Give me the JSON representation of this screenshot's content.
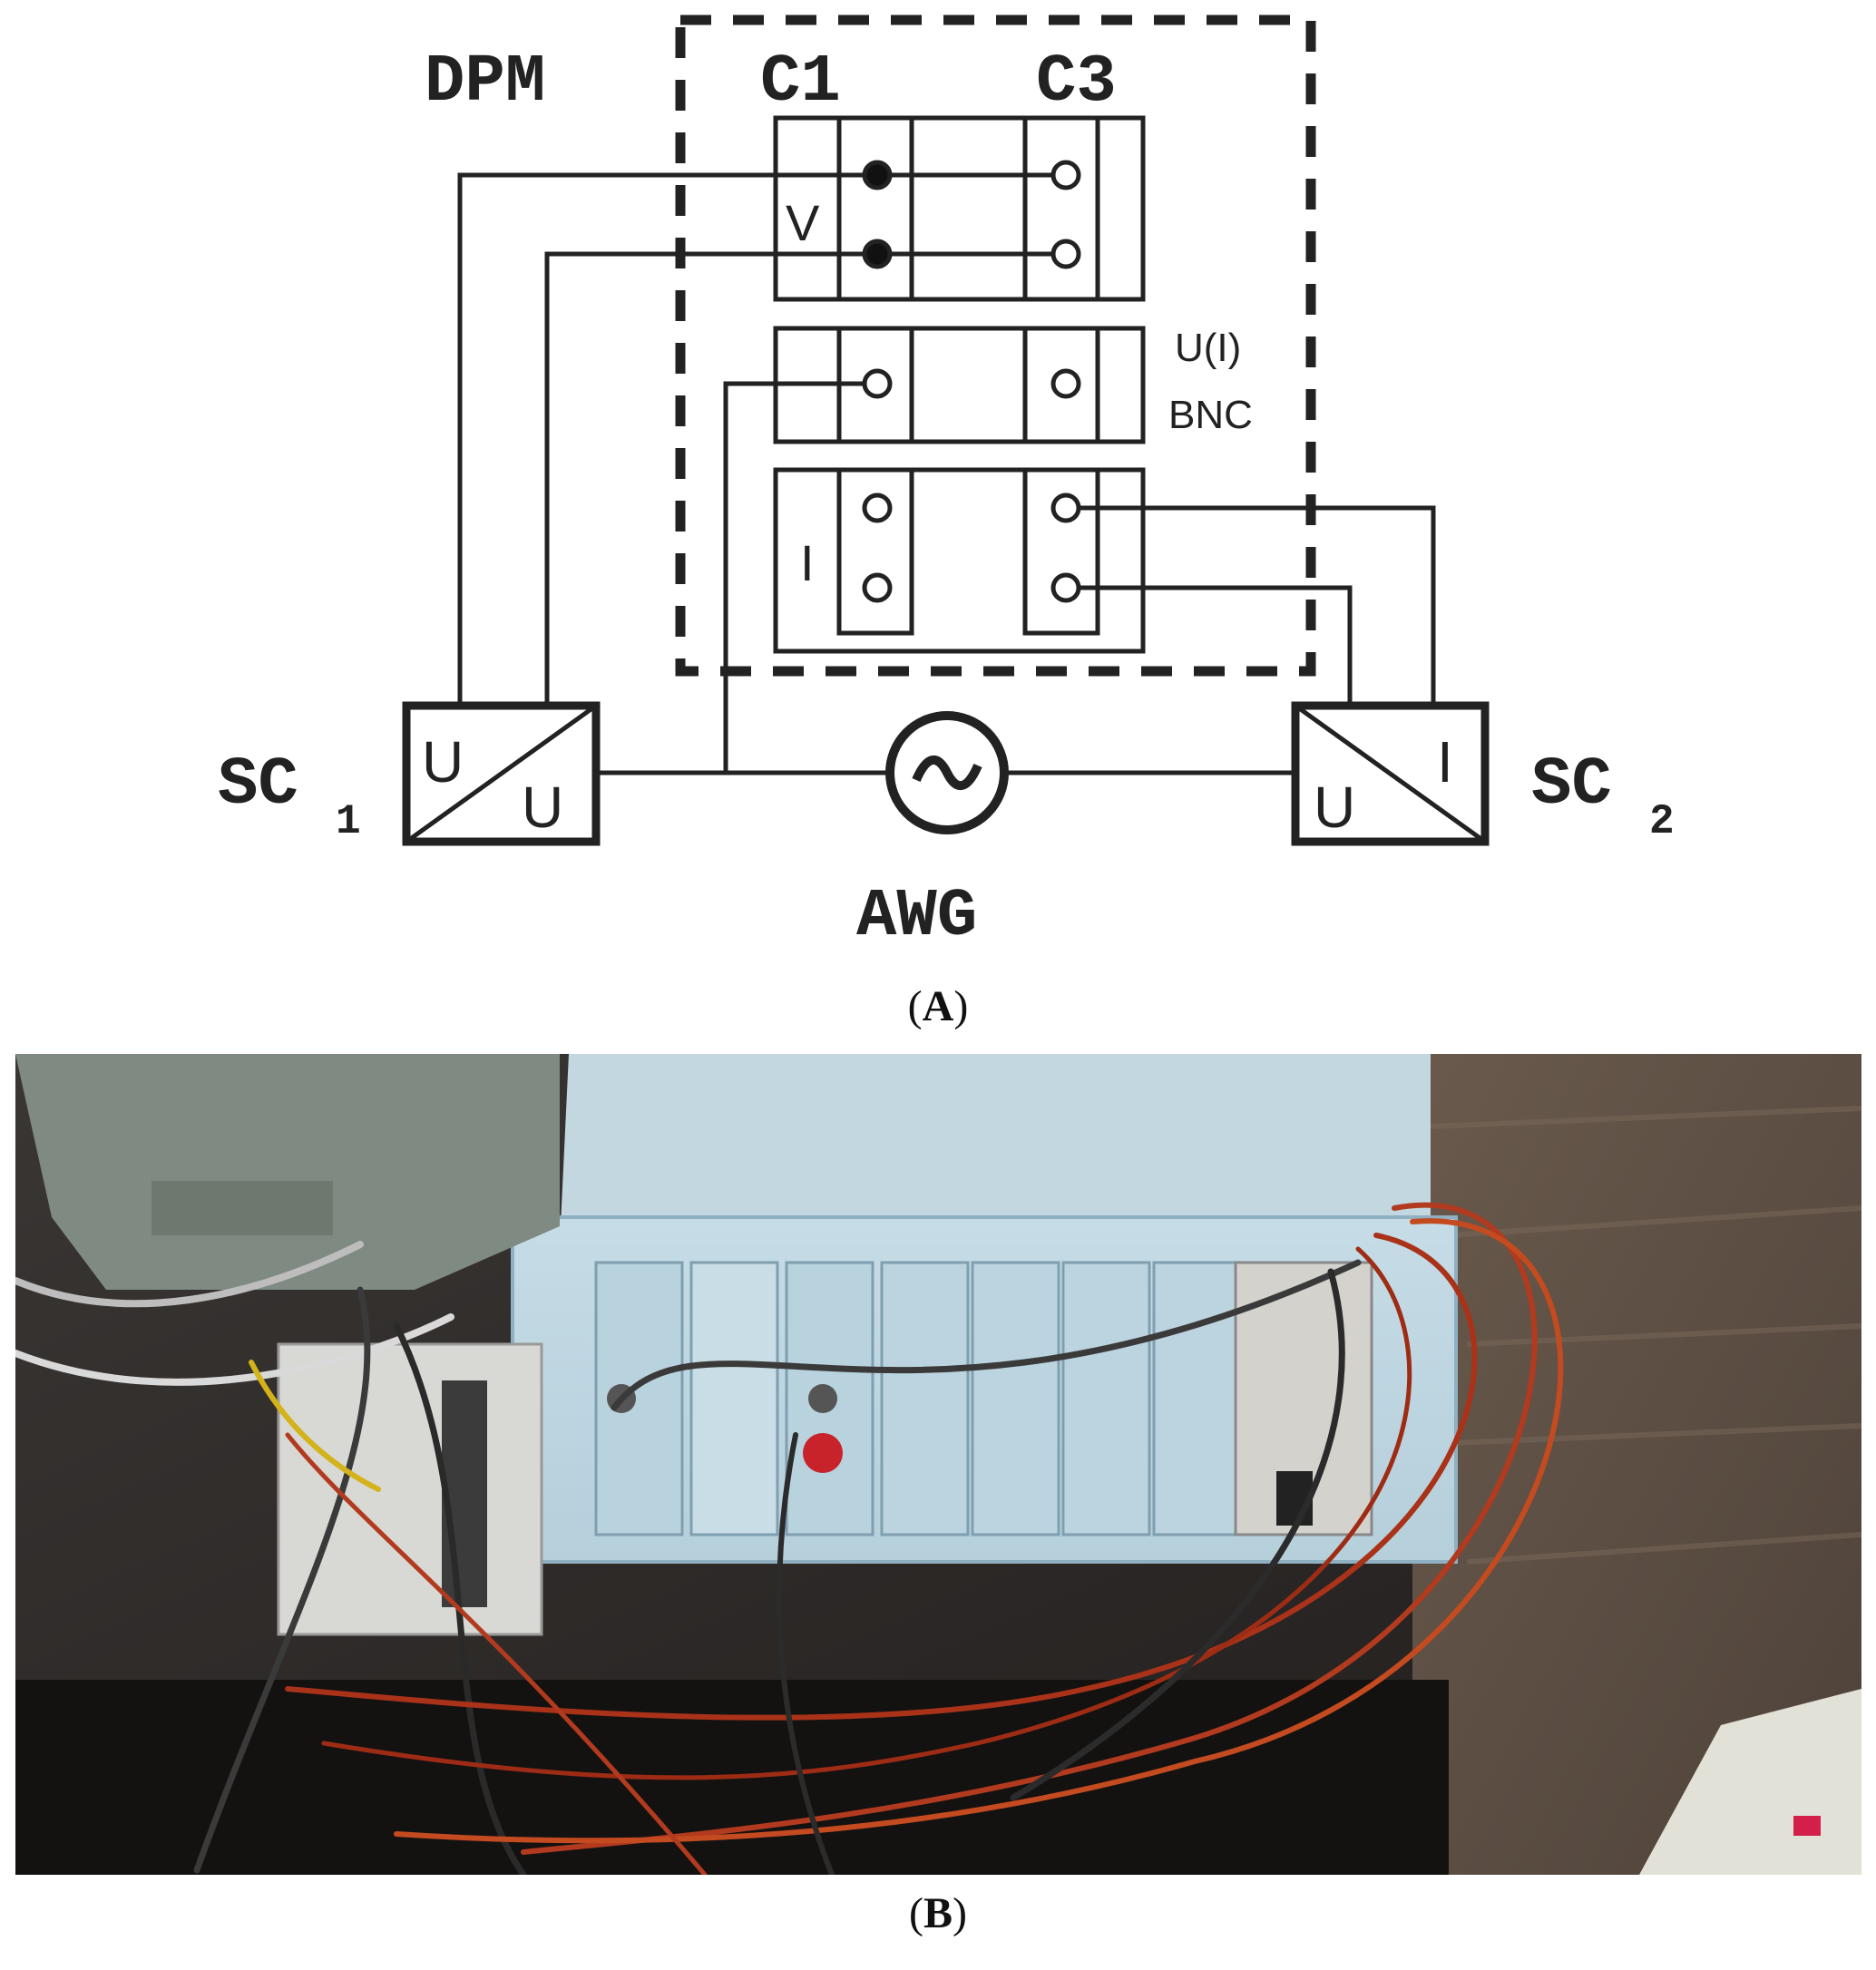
{
  "schematic": {
    "labels": {
      "dpm": "DPM",
      "c1": "C1",
      "c3": "C3",
      "v": "V",
      "ui": "U(I)",
      "bnc": "BNC",
      "i": "I",
      "awg": "AWG",
      "sc1": "SC",
      "sc1_sub": "1",
      "sc2": "SC",
      "sc2_sub": "2",
      "sc1_in": "U",
      "sc1_out": "U",
      "sc2_in": "U",
      "sc2_out": "I"
    }
  },
  "captions": {
    "a_letter": "A",
    "b_letter": "B"
  },
  "photo": {
    "description_icon": "lab-setup-photo"
  }
}
